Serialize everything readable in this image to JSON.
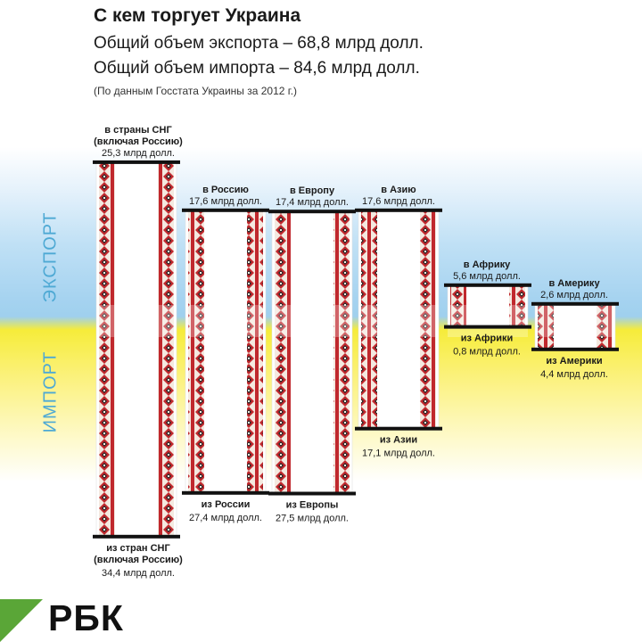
{
  "title": "С кем торгует Украина",
  "subtitle_export": "Общий объем экспорта – 68,8 млрд долл.",
  "subtitle_import": "Общий объем импорта – 84,6 млрд долл.",
  "source": "(По данным Госстата Украины за 2012  г.)",
  "side_labels": {
    "export": "ЭКСПОРТ",
    "import": "ИМПОРТ"
  },
  "logo": {
    "text": "РБК",
    "accent": "#5aa637"
  },
  "colors": {
    "export_zone": "#a6d3f0",
    "import_zone": "#f6ec3a",
    "pattern_red": "#c0282d",
    "pattern_dark": "#2a2a2a",
    "side_label": "#4ea9d4"
  },
  "chart_data": {
    "type": "bar",
    "unit": "млрд долл.",
    "categories": [
      "СНГ (включая Россию)",
      "Россия",
      "Европа",
      "Азия",
      "Африка",
      "Америка"
    ],
    "series": [
      {
        "name": "Экспорт",
        "values": [
          25.3,
          17.6,
          17.4,
          17.6,
          5.6,
          2.6
        ]
      },
      {
        "name": "Импорт",
        "values": [
          34.4,
          27.4,
          27.5,
          17.1,
          0.8,
          4.4
        ]
      }
    ],
    "export_labels": [
      {
        "lines": [
          "в страны СНГ",
          "(включая Россию)"
        ],
        "value": "25,3 млрд долл."
      },
      {
        "lines": [
          "в Россию"
        ],
        "value": "17,6 млрд долл."
      },
      {
        "lines": [
          "в Европу"
        ],
        "value": "17,4 млрд долл."
      },
      {
        "lines": [
          "в Азию"
        ],
        "value": "17,6 млрд долл."
      },
      {
        "lines": [
          "в Африку"
        ],
        "value": "5,6 млрд долл."
      },
      {
        "lines": [
          "в Америку"
        ],
        "value": "2,6 млрд долл."
      }
    ],
    "import_labels": [
      {
        "lines": [
          "из стран СНГ",
          "(включая Россию)"
        ],
        "value": "34,4 млрд долл."
      },
      {
        "lines": [
          "из России"
        ],
        "value": "27,4 млрд долл."
      },
      {
        "lines": [
          "из Европы"
        ],
        "value": "27,5 млрд долл."
      },
      {
        "lines": [
          "из Азии"
        ],
        "value": "17,1 млрд долл."
      },
      {
        "lines": [
          "из Африки"
        ],
        "value": "0,8 млрд долл."
      },
      {
        "lines": [
          "из Америки"
        ],
        "value": "4,4 млрд долл."
      }
    ]
  }
}
